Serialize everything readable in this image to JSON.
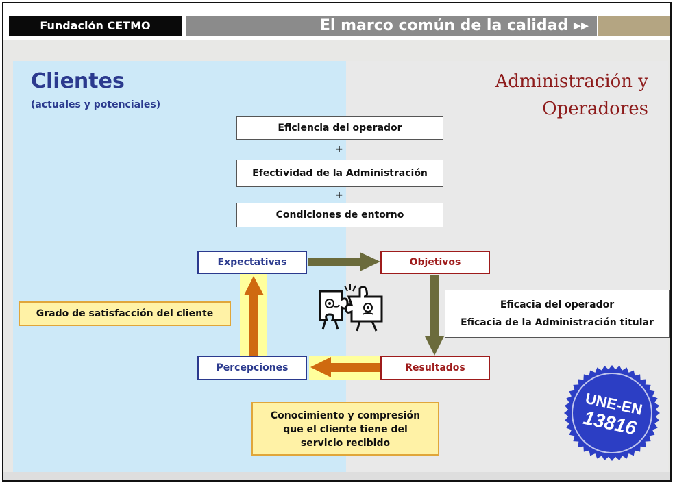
{
  "header": {
    "org": "Fundación CETMO",
    "title": "El marco común de la calidad ▸▸"
  },
  "left": {
    "title": "Clientes",
    "subtitle": "(actuales y potenciales)"
  },
  "right": {
    "title_line1": "Administración y",
    "title_line2": "Operadores"
  },
  "stack": {
    "item1": "Eficiencia del operador",
    "item2": "Efectividad de la Administración",
    "item3": "Condiciones de entorno",
    "plus": "+"
  },
  "cycle": {
    "expectativas": "Expectativas",
    "objetivos": "Objetivos",
    "resultados": "Resultados",
    "percepciones": "Percepciones"
  },
  "notes": {
    "satisfaccion": "Grado de satisfacción del cliente",
    "eficacia1": "Eficacia del operador",
    "eficacia2": "Eficacia de la Administración titular",
    "conocimiento": "Conocimiento y compresión que el cliente tiene del servicio recibido"
  },
  "seal": {
    "line1": "UNE-EN",
    "line2": "13816"
  },
  "icons": {
    "puzzle": "puzzle-people-icon"
  },
  "colors": {
    "client_blue": "#2b3a8e",
    "admin_red": "#9e1b1b",
    "arrow_green": "#6b6b3c",
    "arrow_orange": "#cf6a10",
    "seal_blue": "#2c3ec4"
  }
}
